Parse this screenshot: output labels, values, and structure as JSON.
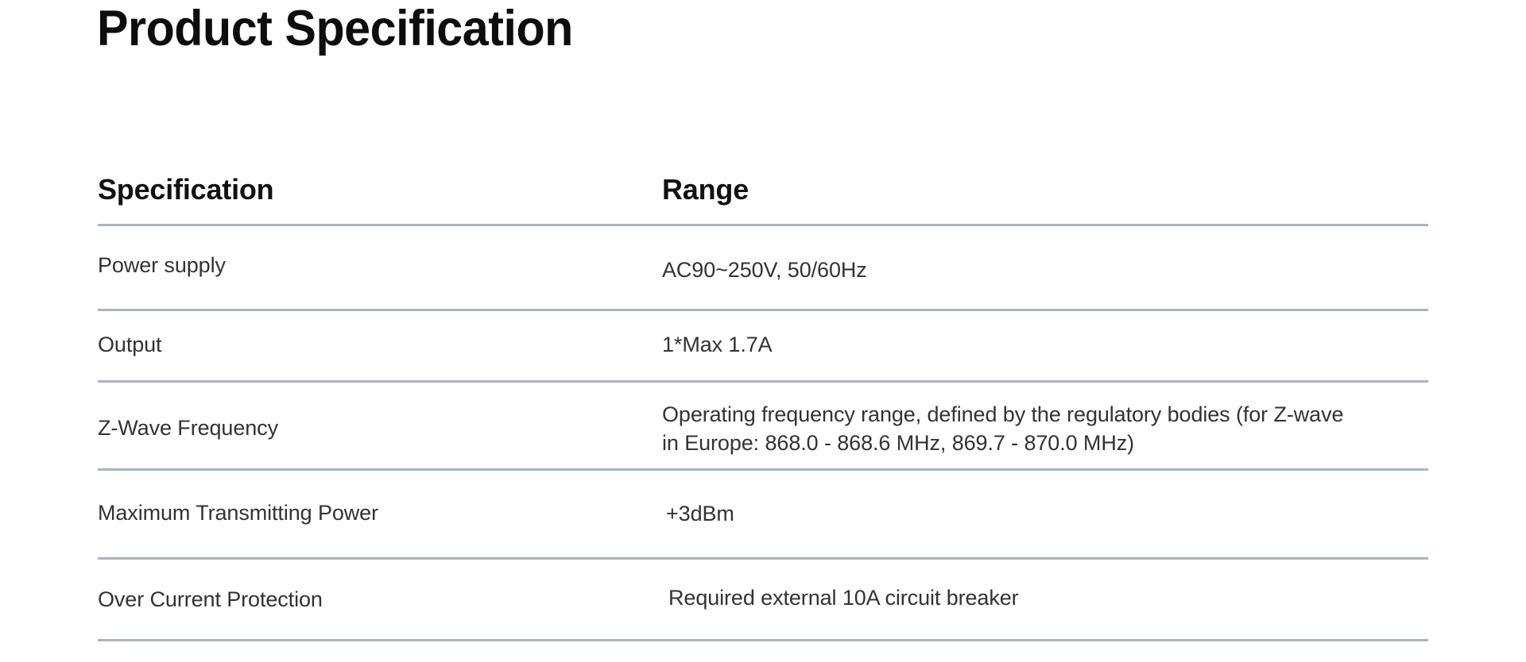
{
  "document": {
    "title": "Product Specification"
  },
  "table": {
    "headers": {
      "specification": "Specification",
      "range": "Range"
    },
    "rows": [
      {
        "specification": "Power supply",
        "range": "AC90~250V, 50/60Hz"
      },
      {
        "specification": "Output",
        "range": "1*Max 1.7A"
      },
      {
        "specification": "Z-Wave Frequency",
        "range_line1": "Operating frequency range, defined by the regulatory bodies (for Z-wave",
        "range_line2": "in Europe: 868.0 - 868.6 MHz, 869.7 - 870.0 MHz)"
      },
      {
        "specification": "Maximum Transmitting Power",
        "range": "+3dBm"
      },
      {
        "specification": "Over Current Protection",
        "range": "Required external 10A circuit breaker"
      }
    ]
  },
  "colors": {
    "divider": "#a8b5c0",
    "text": "#333333",
    "heading": "#111111",
    "background": "#ffffff"
  }
}
